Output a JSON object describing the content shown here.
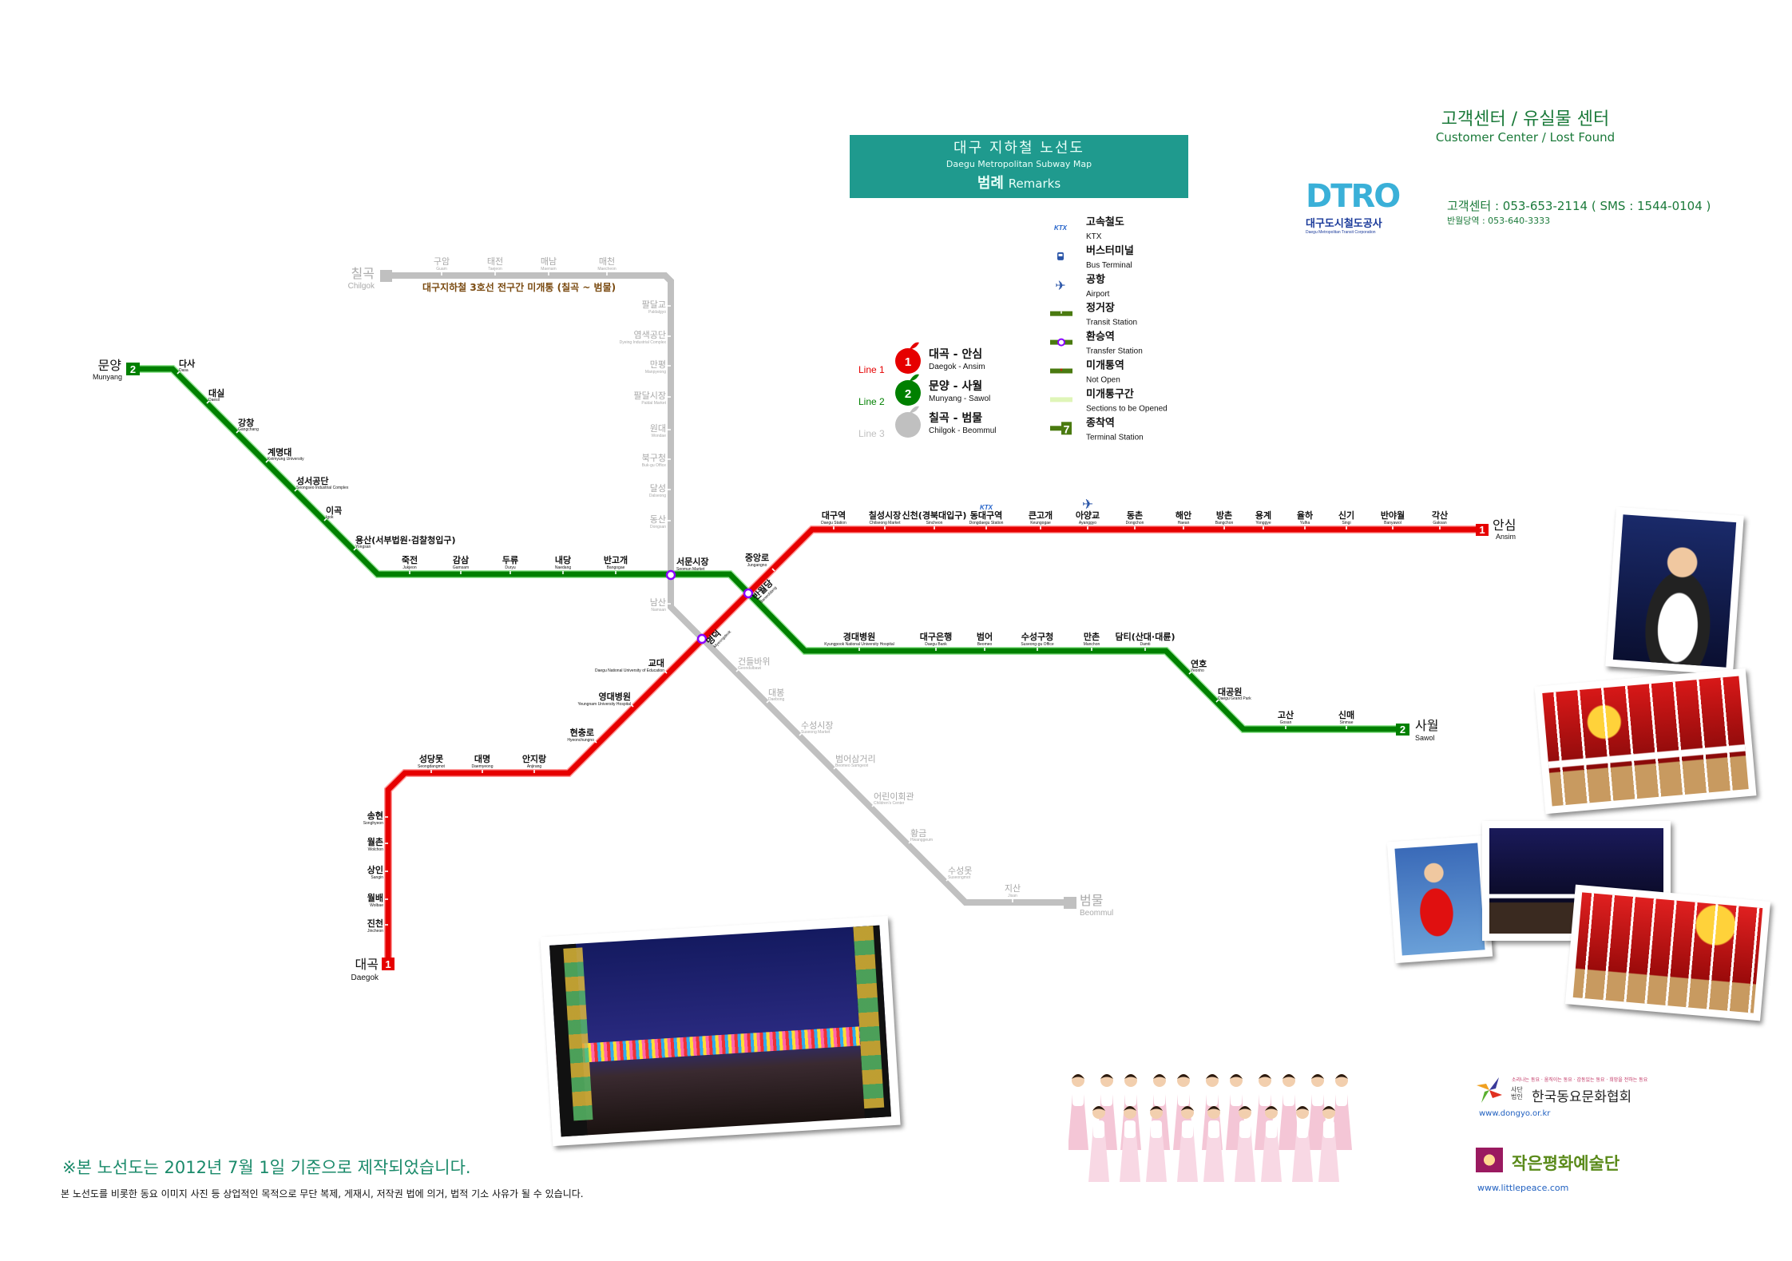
{
  "title": {
    "kr": "대구 지하철 노선도",
    "en": "Daegu Metropolitan Subway Map",
    "remarks_kr": "범례",
    "remarks_en": "Remarks"
  },
  "customer_center": {
    "title_kr": "고객센터 / 유실물 센터",
    "title_en": "Customer Center / Lost Found",
    "phone": "고객센터 : 053-653-2114 ( SMS : 1544-0104 )",
    "lost_found": "반월당역 : 053-640-3333"
  },
  "logo": {
    "brand": "DTRO",
    "kr": "대구도시철도공사",
    "en": "Daegu Metropolitan Transit Corporation"
  },
  "colors": {
    "line1": "#e60000",
    "line2": "#008000",
    "line3": "#c0c0c0",
    "transfer": "#8a00ff",
    "title_bg": "#1f9a8e"
  },
  "legend_lines": [
    {
      "label": "Line 1",
      "number": "1",
      "kr": "대곡 - 안심",
      "en": "Daegok - Ansim",
      "color": "#e60000"
    },
    {
      "label": "Line 2",
      "number": "2",
      "kr": "문양 - 사월",
      "en": "Munyang - Sawol",
      "color": "#008000"
    },
    {
      "label": "Line 3",
      "number": "",
      "kr": "칠곡 - 범물",
      "en": "Chilgok - Beommul",
      "color": "#c0c0c0"
    }
  ],
  "legend_items": [
    {
      "icon": "ktx-icon",
      "icon_text": "KTX",
      "kr": "고속철도",
      "en": "KTX"
    },
    {
      "icon": "bus-icon",
      "kr": "버스터미널",
      "en": "Bus Terminal"
    },
    {
      "icon": "airplane-icon",
      "kr": "공항",
      "en": "Airport"
    },
    {
      "icon": "transit-station-icon",
      "kr": "정거장",
      "en": "Transit Station"
    },
    {
      "icon": "transfer-station-icon",
      "kr": "환승역",
      "en": "Transfer Station"
    },
    {
      "icon": "not-open-icon",
      "kr": "미개통역",
      "en": "Not Open"
    },
    {
      "icon": "unopened-section-icon",
      "kr": "미개통구간",
      "en": "Sections to be Opened"
    },
    {
      "icon": "terminal-station-icon",
      "icon_text": "7",
      "kr": "종착역",
      "en": "Terminal Station"
    }
  ],
  "terminals": {
    "daegok": {
      "kr": "대곡",
      "en": "Daegok",
      "num": "1"
    },
    "ansim": {
      "kr": "안심",
      "en": "Ansim",
      "num": "1"
    },
    "munyang": {
      "kr": "문양",
      "en": "Munyang",
      "num": "2"
    },
    "sawol": {
      "kr": "사월",
      "en": "Sawol",
      "num": "2"
    },
    "chilgok": {
      "kr": "칠곡",
      "en": "Chilgok"
    },
    "beommul": {
      "kr": "범물",
      "en": "Beommul"
    }
  },
  "line3_notice": "대구지하철 3호선 전구간 미개통 (칠곡 ~ 범물)",
  "transfer_stations": [
    {
      "kr": "서문시장",
      "en": "Seomun Market"
    },
    {
      "kr": "반월당",
      "en": "Banwoldang"
    },
    {
      "kr": "명덕",
      "en": "Myeongdeok"
    }
  ],
  "line1_stations": [
    {
      "kr": "진천",
      "en": "Jincheon"
    },
    {
      "kr": "월배",
      "en": "Wolbae"
    },
    {
      "kr": "상인",
      "en": "Sangin"
    },
    {
      "kr": "월촌",
      "en": "Wolchon"
    },
    {
      "kr": "송현",
      "en": "Songhyeon"
    },
    {
      "kr": "성당못",
      "en": "Seongdangmot"
    },
    {
      "kr": "대명",
      "en": "Daemyeong"
    },
    {
      "kr": "안지랑",
      "en": "Anjirang"
    },
    {
      "kr": "현충로",
      "en": "Hyeonchungno"
    },
    {
      "kr": "영대병원",
      "en": "Yeungnam University Hospital"
    },
    {
      "kr": "교대",
      "en": "Daegu National University of Education"
    },
    {
      "kr": "중앙로",
      "en": "Jungangno"
    },
    {
      "kr": "대구역",
      "en": "Daegu Station"
    },
    {
      "kr": "칠성시장",
      "en": "Chilseong Market"
    },
    {
      "kr": "신천(경북대입구)",
      "en": "Sincheon"
    },
    {
      "kr": "동대구역",
      "en": "Dongdaegu Station"
    },
    {
      "kr": "큰고개",
      "en": "Keungogae"
    },
    {
      "kr": "아양교",
      "en": "Ayanggyo"
    },
    {
      "kr": "동촌",
      "en": "Dongchon"
    },
    {
      "kr": "해안",
      "en": "Haean"
    },
    {
      "kr": "방촌",
      "en": "Bangchon"
    },
    {
      "kr": "용계",
      "en": "Yonggye"
    },
    {
      "kr": "율하",
      "en": "Yulha"
    },
    {
      "kr": "신기",
      "en": "Singi"
    },
    {
      "kr": "반야월",
      "en": "Banyawol"
    },
    {
      "kr": "각산",
      "en": "Gaksan"
    }
  ],
  "line2_stations": [
    {
      "kr": "다사",
      "en": "Dasa"
    },
    {
      "kr": "대실",
      "en": "Daesil"
    },
    {
      "kr": "강창",
      "en": "Gangchang"
    },
    {
      "kr": "계명대",
      "en": "Keimyung University"
    },
    {
      "kr": "성서공단",
      "en": "Seongseo Industrial Complex"
    },
    {
      "kr": "이곡",
      "en": "Igok"
    },
    {
      "kr": "용산(서부법원·검찰청입구)",
      "en": "Yongsan"
    },
    {
      "kr": "죽전",
      "en": "Jukjeon"
    },
    {
      "kr": "감삼",
      "en": "Gamsam"
    },
    {
      "kr": "두류",
      "en": "Duryu"
    },
    {
      "kr": "내당",
      "en": "Naedang"
    },
    {
      "kr": "반고개",
      "en": "Bangogae"
    },
    {
      "kr": "경대병원",
      "en": "Kyungpook National University Hospital"
    },
    {
      "kr": "대구은행",
      "en": "Daegu Bank"
    },
    {
      "kr": "범어",
      "en": "Beomeo"
    },
    {
      "kr": "수성구청",
      "en": "Suseong-gu Office"
    },
    {
      "kr": "만촌",
      "en": "Manchon"
    },
    {
      "kr": "담티(산대·대륜)",
      "en": "Damti"
    },
    {
      "kr": "연호",
      "en": "Yeonho"
    },
    {
      "kr": "대공원",
      "en": "Daegu Grand Park"
    },
    {
      "kr": "고산",
      "en": "Gosan"
    },
    {
      "kr": "신매",
      "en": "Sinmae"
    }
  ],
  "line3_stations": [
    {
      "kr": "구암",
      "en": "Guam"
    },
    {
      "kr": "태전",
      "en": "Taejeon"
    },
    {
      "kr": "매남",
      "en": "Maenam"
    },
    {
      "kr": "매천",
      "en": "Maecheon"
    },
    {
      "kr": "팔달교",
      "en": "Paldalgyo"
    },
    {
      "kr": "염색공단",
      "en": "Dyeing Industrial Complex"
    },
    {
      "kr": "만평",
      "en": "Manpyeong"
    },
    {
      "kr": "팔달시장",
      "en": "Paldal Market"
    },
    {
      "kr": "원대",
      "en": "Wondae"
    },
    {
      "kr": "북구청",
      "en": "Buk-gu Office"
    },
    {
      "kr": "달성",
      "en": "Dalseong"
    },
    {
      "kr": "동산",
      "en": "Dongsan"
    },
    {
      "kr": "남산",
      "en": "Namsan"
    },
    {
      "kr": "건들바위",
      "en": "Geondulbawi"
    },
    {
      "kr": "대봉",
      "en": "Daebong"
    },
    {
      "kr": "수성시장",
      "en": "Suseong Market"
    },
    {
      "kr": "범어삼거리",
      "en": "Beomeo Samgeori"
    },
    {
      "kr": "어린이회관",
      "en": "Children's Center"
    },
    {
      "kr": "황금",
      "en": "Hwanggeum"
    },
    {
      "kr": "수성못",
      "en": "Suseongmot"
    },
    {
      "kr": "지산",
      "en": "Jisan"
    }
  ],
  "footer": {
    "notice": "※본 노선도는 2012년 7월 1일 기준으로 제작되었습니다.",
    "disclaimer": "본 노선도를 비롯한 동요 이미지 사진 등 상업적인 목적으로 무단 복제, 게재시, 저작권 법에 의거, 법적 기소 사유가 될 수 있습니다."
  },
  "sponsors": {
    "dongyo": {
      "slogan": "소리나는 동요 · 움직이는 동요 · 감동있는 동요 · 희망을 전하는 동요",
      "prefix": "사단법인",
      "name": "한국동요문화협회",
      "url": "www.dongyo.or.kr"
    },
    "littlepeace": {
      "name": "작은평화예술단",
      "url": "www.littlepeace.com"
    }
  }
}
